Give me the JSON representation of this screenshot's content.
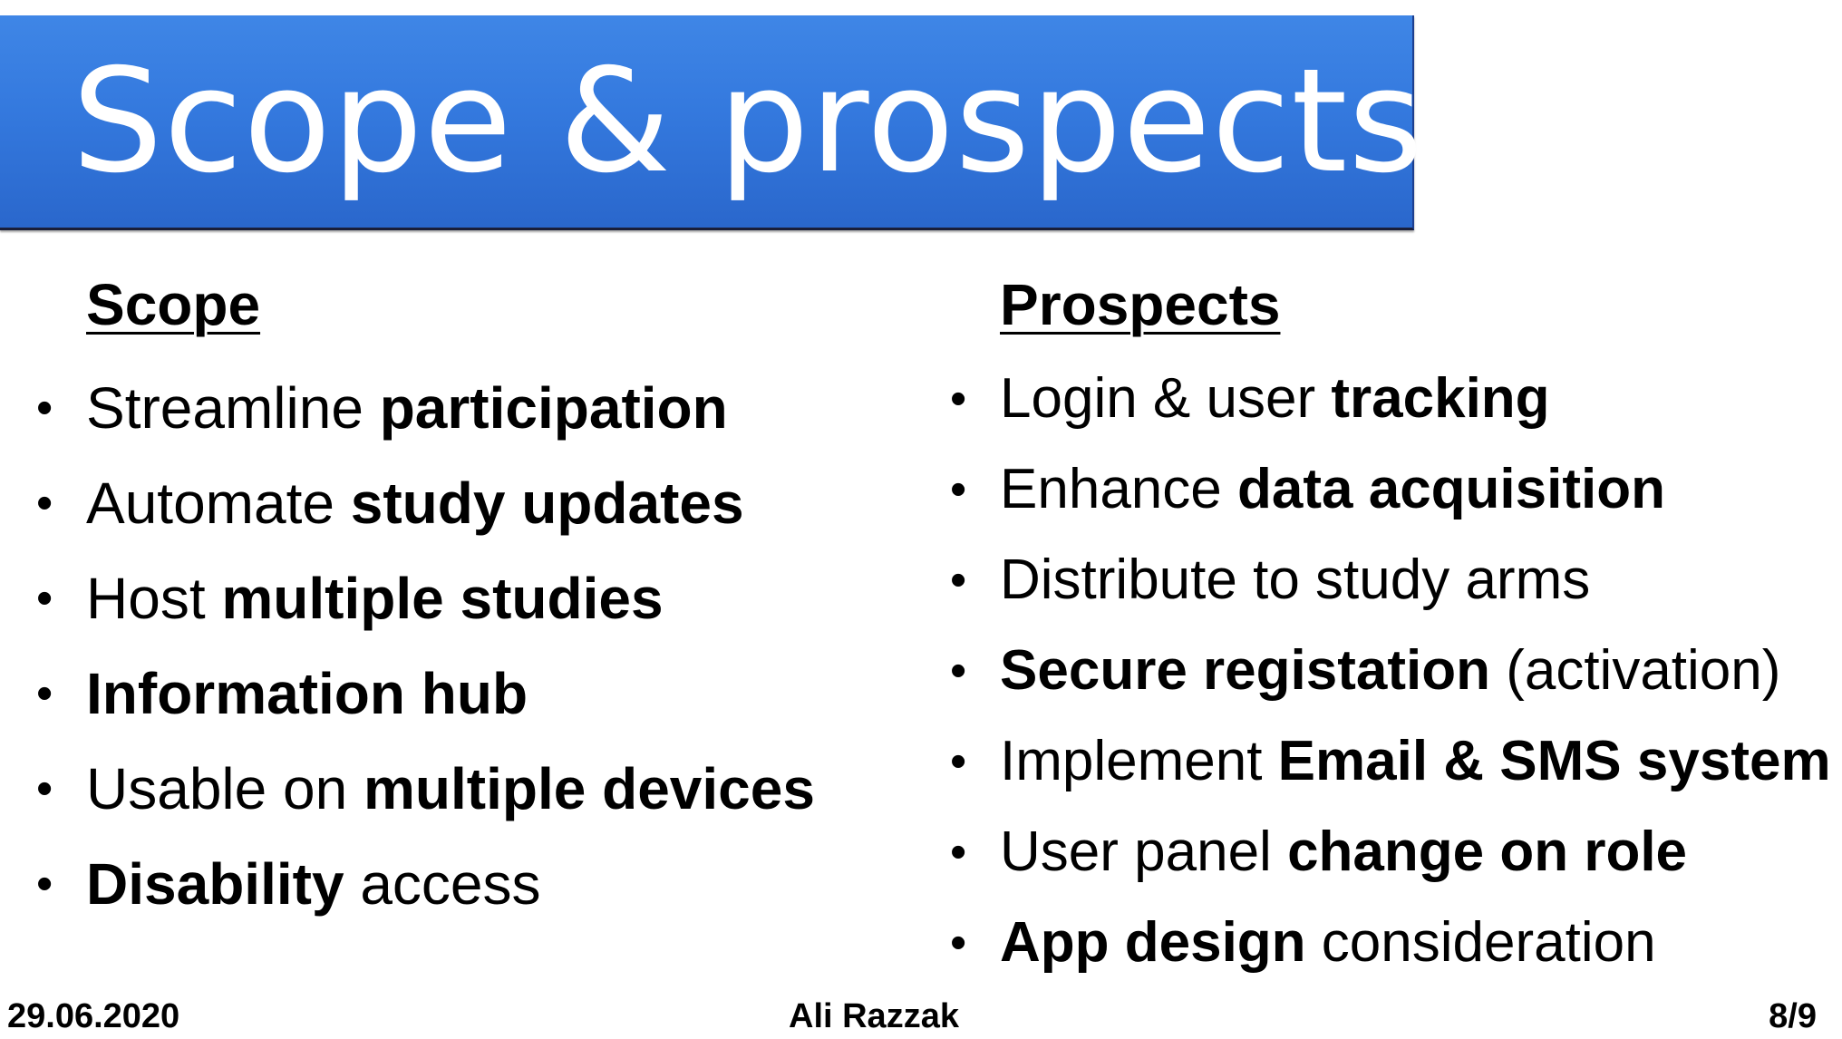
{
  "slide": {
    "title": "Scope & prospects"
  },
  "scope": {
    "heading": "Scope",
    "items": [
      {
        "pre": "Streamline ",
        "bold": "participation",
        "post": ""
      },
      {
        "pre": "Automate ",
        "bold": "study updates",
        "post": ""
      },
      {
        "pre": "Host ",
        "bold": "multiple studies",
        "post": ""
      },
      {
        "pre": "",
        "bold": "Information hub",
        "post": ""
      },
      {
        "pre": "Usable on ",
        "bold": "multiple devices",
        "post": ""
      },
      {
        "pre": "",
        "bold": "Disability",
        "post": " access"
      }
    ]
  },
  "prospects": {
    "heading": "Prospects",
    "items": [
      {
        "pre": "Login & user ",
        "bold": "tracking",
        "post": ""
      },
      {
        "pre": "Enhance ",
        "bold": "data acquisition",
        "post": ""
      },
      {
        "pre": "Distribute to study arms",
        "bold": "",
        "post": ""
      },
      {
        "pre": "",
        "bold": "Secure registation",
        "post": " (activation)"
      },
      {
        "pre": "Implement ",
        "bold": "Email & SMS system",
        "post": ""
      },
      {
        "pre": "User panel ",
        "bold": "change on role",
        "post": ""
      },
      {
        "pre": "",
        "bold": "App design",
        "post": " consideration"
      }
    ]
  },
  "footer": {
    "date": "29.06.2020",
    "author": "Ali Razzak",
    "page": "8/9"
  },
  "colors": {
    "banner": "#3479de",
    "title_text": "#ffffff",
    "body_text": "#000000"
  }
}
